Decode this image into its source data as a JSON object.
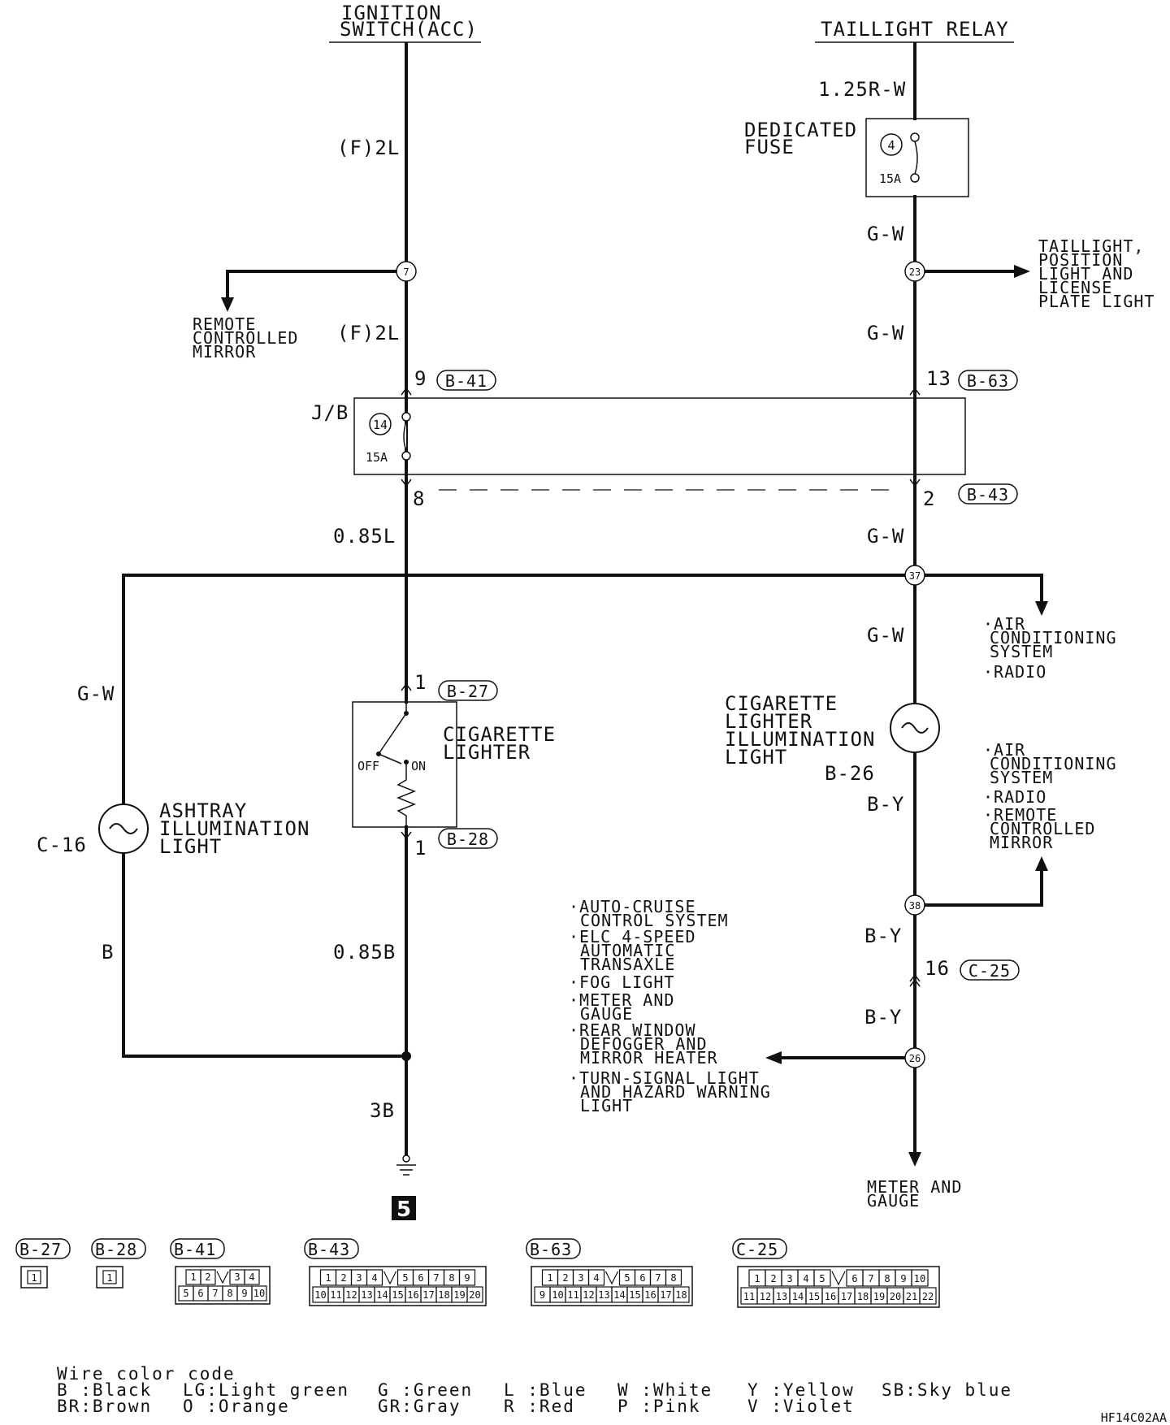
{
  "sources": {
    "ignition": [
      "IGNITION",
      "SWITCH(ACC)"
    ],
    "taillight_relay": "TAILLIGHT RELAY"
  },
  "wires": {
    "w_125rw": "1.25R-W",
    "w_f2l_top": "(F)2L",
    "w_f2l_mid": "(F)2L",
    "w_gw_1": "G-W",
    "w_gw_2": "G-W",
    "w_085l": "0.85L",
    "w_gw_3": "G-W",
    "w_gw_4": "G-W",
    "w_gw_left": "G-W",
    "w_by_1": "B-Y",
    "w_by_2": "B-Y",
    "w_by_3": "B-Y",
    "w_b_left": "B",
    "w_085b": "0.85B",
    "w_3b": "3B"
  },
  "fuses": {
    "dedicated_label": [
      "DEDICATED",
      "FUSE"
    ],
    "dedicated_num": "4",
    "dedicated_amp": "15A",
    "jb_label": "J/B",
    "jb_num": "14",
    "jb_amp": "15A"
  },
  "junctions": {
    "j7": "7",
    "j23": "23",
    "j37": "37",
    "j38": "38",
    "j26": "26"
  },
  "connectors": {
    "b41": "B-41",
    "b63": "B-63",
    "b43": "B-43",
    "b27": "B-27",
    "b28": "B-28",
    "c25": "C-25",
    "pin9": "9",
    "pin13": "13",
    "pin8": "8",
    "pin2": "2",
    "pin1a": "1",
    "pin1b": "1",
    "pin16": "16"
  },
  "components": {
    "ashtray": [
      "ASHTRAY",
      "ILLUMINATION",
      "LIGHT"
    ],
    "ashtray_id": "C-16",
    "lighter": [
      "CIGARETTE",
      "LIGHTER"
    ],
    "lighter_off": "OFF",
    "lighter_on": "ON",
    "illum": [
      "CIGARETTE",
      "LIGHTER",
      "ILLUMINATION",
      "LIGHT"
    ],
    "illum_id": "B-26",
    "ground_num": "5"
  },
  "destinations": {
    "remote_mirror": [
      "REMOTE",
      "CONTROLLED",
      "MIRROR"
    ],
    "taillight": [
      "TAILLIGHT,",
      "POSITION",
      "LIGHT AND",
      "LICENSE",
      "PLATE LIGHT"
    ],
    "dest37": [
      "·AIR",
      "CONDITIONING",
      "SYSTEM",
      "·RADIO"
    ],
    "dest38": [
      "·AIR",
      "CONDITIONING",
      "SYSTEM",
      "·RADIO",
      "·REMOTE",
      "CONTROLLED",
      "MIRROR"
    ],
    "dest26": [
      "·AUTO-CRUISE",
      "CONTROL SYSTEM",
      "·ELC 4-SPEED",
      "AUTOMATIC",
      "TRANSAXLE",
      "·FOG LIGHT",
      "·METER AND",
      "GAUGE",
      "·REAR WINDOW",
      "DEFOGGER AND",
      "MIRROR HEATER",
      "·TURN-SIGNAL LIGHT",
      "AND HAZARD WARNING",
      "LIGHT"
    ],
    "meter": [
      "METER AND",
      "GAUGE"
    ]
  },
  "connector_faces": {
    "b27": {
      "label": "B-27",
      "pins": [
        "1"
      ]
    },
    "b28": {
      "label": "B-28",
      "pins": [
        "1"
      ]
    },
    "b41": {
      "label": "B-41",
      "top": [
        "1",
        "2",
        "",
        "3",
        "4"
      ],
      "bottom": [
        "5",
        "6",
        "7",
        "8",
        "9",
        "10"
      ]
    },
    "b43": {
      "label": "B-43",
      "top": [
        "1",
        "2",
        "3",
        "4",
        "",
        "5",
        "6",
        "7",
        "8",
        "9"
      ],
      "bottom": [
        "10",
        "11",
        "12",
        "13",
        "14",
        "15",
        "16",
        "17",
        "18",
        "19",
        "20"
      ]
    },
    "b63": {
      "label": "B-63",
      "top": [
        "1",
        "2",
        "3",
        "4",
        "",
        "5",
        "6",
        "7",
        "8"
      ],
      "bottom": [
        "9",
        "10",
        "11",
        "12",
        "13",
        "14",
        "15",
        "16",
        "17",
        "18"
      ]
    },
    "c25": {
      "label": "C-25",
      "top": [
        "1",
        "2",
        "3",
        "4",
        "5",
        "",
        "6",
        "7",
        "8",
        "9",
        "10"
      ],
      "bottom": [
        "11",
        "12",
        "13",
        "14",
        "15",
        "16",
        "17",
        "18",
        "19",
        "20",
        "21",
        "22"
      ]
    }
  },
  "legend": {
    "title": "Wire color code",
    "entries": [
      [
        "B :Black",
        "BR:Brown"
      ],
      [
        "LG:Light green",
        "O :Orange"
      ],
      [
        "G :Green",
        "GR:Gray"
      ],
      [
        "L :Blue",
        "R :Red"
      ],
      [
        "W :White",
        "P :Pink"
      ],
      [
        "Y :Yellow",
        "V :Violet"
      ],
      [
        "SB:Sky blue",
        ""
      ]
    ]
  },
  "figure_id": "HF14C02AA"
}
